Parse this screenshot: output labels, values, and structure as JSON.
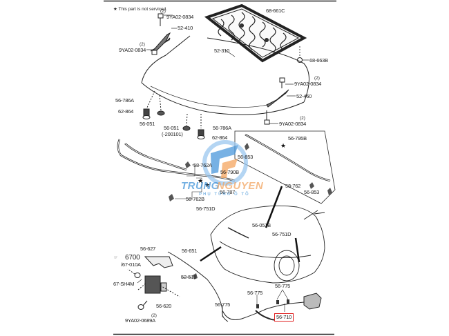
{
  "diagram": {
    "title": "Hood / Bonnet Parts Diagram",
    "note": {
      "symbol": "★",
      "text": "This part is not serviced."
    },
    "labels": {
      "bolt_top_left": "9YA02-0834",
      "bolt_top_left_qty": "(2)",
      "hinge_left": "52-410",
      "bolt_left": "9YA02-0834",
      "bolt_left_qty": "(2)",
      "insulator": "68-661C",
      "clip_insulator": "68-663B",
      "hood": "52-310",
      "bolt_right_top": "9YA02-0834",
      "bolt_right_top_qty": "(2)",
      "hinge_right": "52-460",
      "bolt_right_bottom": "9YA02-0834",
      "bolt_right_bottom_qty": "(2)",
      "cushion_a_left": "56-786A",
      "ring_left": "62-864",
      "striker_left": "56-051",
      "striker_mid": "56-051",
      "striker_mid_note": "(-200101)",
      "cushion_a_right": "56-786A",
      "ring_right": "62-864",
      "seal_b": "56-795B",
      "clip_853_top": "56-853",
      "clip_762a": "58-762A",
      "seal_790b": "56-790B",
      "seal_787": "56-787",
      "clip_762b": "58-762B",
      "clip_762": "58-762",
      "clip_853_bottom": "56-853",
      "bumper_751d_top": "56-751D",
      "striker_051b": "56-051B",
      "bumper_751d_bottom": "56-751D",
      "handle_627": "56-627",
      "ref_6700": "6700",
      "ref_67010a": "/67-010A",
      "ref_67sh4m": "67-SH4M",
      "cable_651": "56-651",
      "clip_518": "52-518",
      "lock_620": "56-620",
      "bolt_bottom": "9YA02-0689A",
      "bolt_bottom_qty": "(2)",
      "clamp_775_a": "56-775",
      "clamp_775_b": "56-775",
      "clamp_775_c": "56-775",
      "latch_710": "56-710"
    },
    "highlighted_part": "56-710",
    "colors": {
      "highlight": "#e02020",
      "watermark_blue": "#3a8fd6",
      "watermark_orange": "#f2a15a"
    }
  },
  "watermark": {
    "brand_a": "TRUNG",
    "brand_b": "NGUYEN",
    "tagline": "PHỤ TÙNG Ô TÔ"
  }
}
